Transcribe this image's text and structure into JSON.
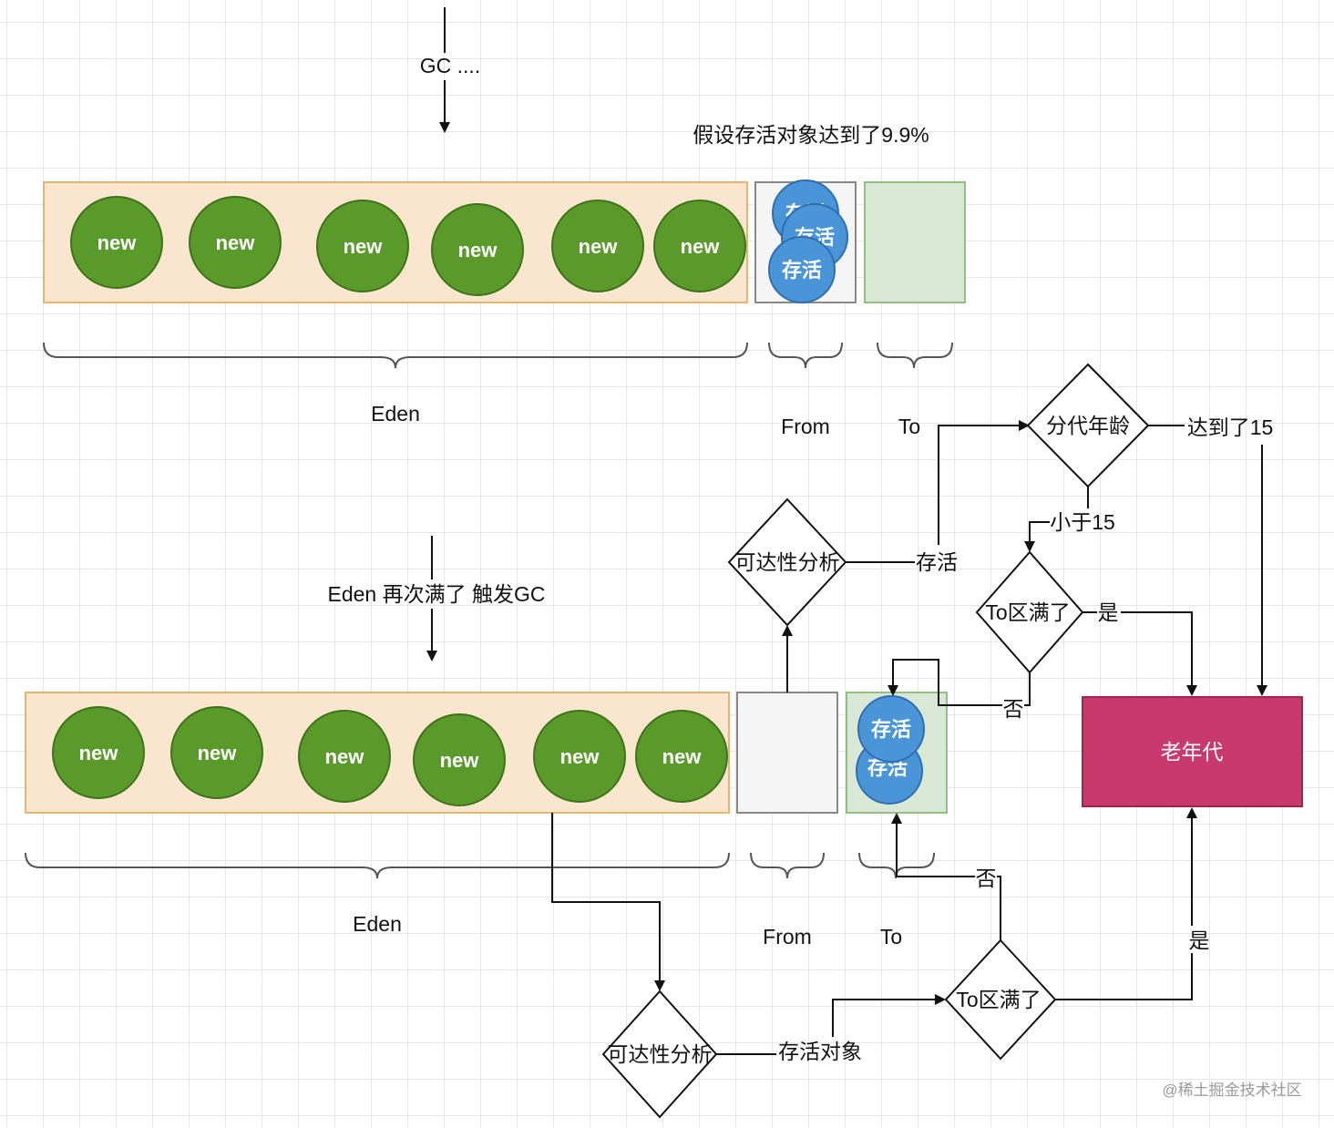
{
  "top": {
    "gc_label": "GC ....",
    "assumption": "假设存活对象达到了9.9%",
    "eden_label": "Eden",
    "from_label": "From",
    "to_label": "To",
    "eden_objects": [
      "new",
      "new",
      "new",
      "new",
      "new",
      "new"
    ],
    "from_objects": [
      "存活",
      "存活",
      "存活"
    ]
  },
  "bottom": {
    "trigger_label": "Eden 再次满了 触发GC",
    "eden_label": "Eden",
    "from_label": "From",
    "to_label": "To",
    "eden_objects": [
      "new",
      "new",
      "new",
      "new",
      "new",
      "new"
    ],
    "to_objects": [
      "存活",
      "存活"
    ]
  },
  "flow": {
    "reachability_top": "可达性分析",
    "survive": "存活",
    "age_check": "分代年龄",
    "reached_15": "达到了15",
    "less_than_15": "小于15",
    "to_full_top": "To区满了",
    "yes_top": "是",
    "no_top": "否",
    "old_gen": "老年代",
    "reachability_bottom": "可达性分析",
    "survive_objects": "存活对象",
    "to_full_bottom": "To区满了",
    "yes_bottom": "是",
    "no_bottom": "否"
  },
  "colors": {
    "eden_fill": "#fae5cf",
    "eden_border": "#e8b46f",
    "new_fill": "#5a9a2a",
    "new_border": "#3e7418",
    "from_fill": "#f5f5f5",
    "to_fill": "#d9e8d4",
    "survive_fill": "#4a94d8",
    "old_gen_fill": "#c8396c"
  },
  "watermark": "@稀土掘金技术社区"
}
